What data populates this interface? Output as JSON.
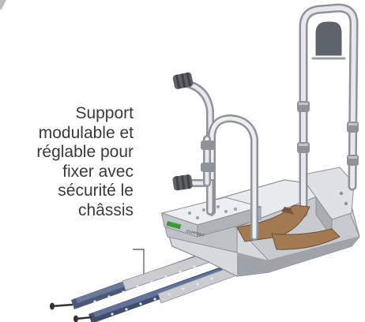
{
  "caption": {
    "lines": [
      "Support",
      "modulable et",
      "réglable pour",
      "fixer avec",
      "sécurité le",
      "châssis"
    ]
  },
  "colors": {
    "text": "#3a3a3a",
    "metal_light": "#e3e5e8",
    "metal_mid": "#b9bdc2",
    "metal_dark": "#7e8389",
    "bar_blue": "#4a5a78",
    "strap_brown": "#a37a52",
    "logo_green": "#3a9a3a"
  },
  "icons": [
    "support-frame-illustration",
    "rubber-grip-icon"
  ]
}
